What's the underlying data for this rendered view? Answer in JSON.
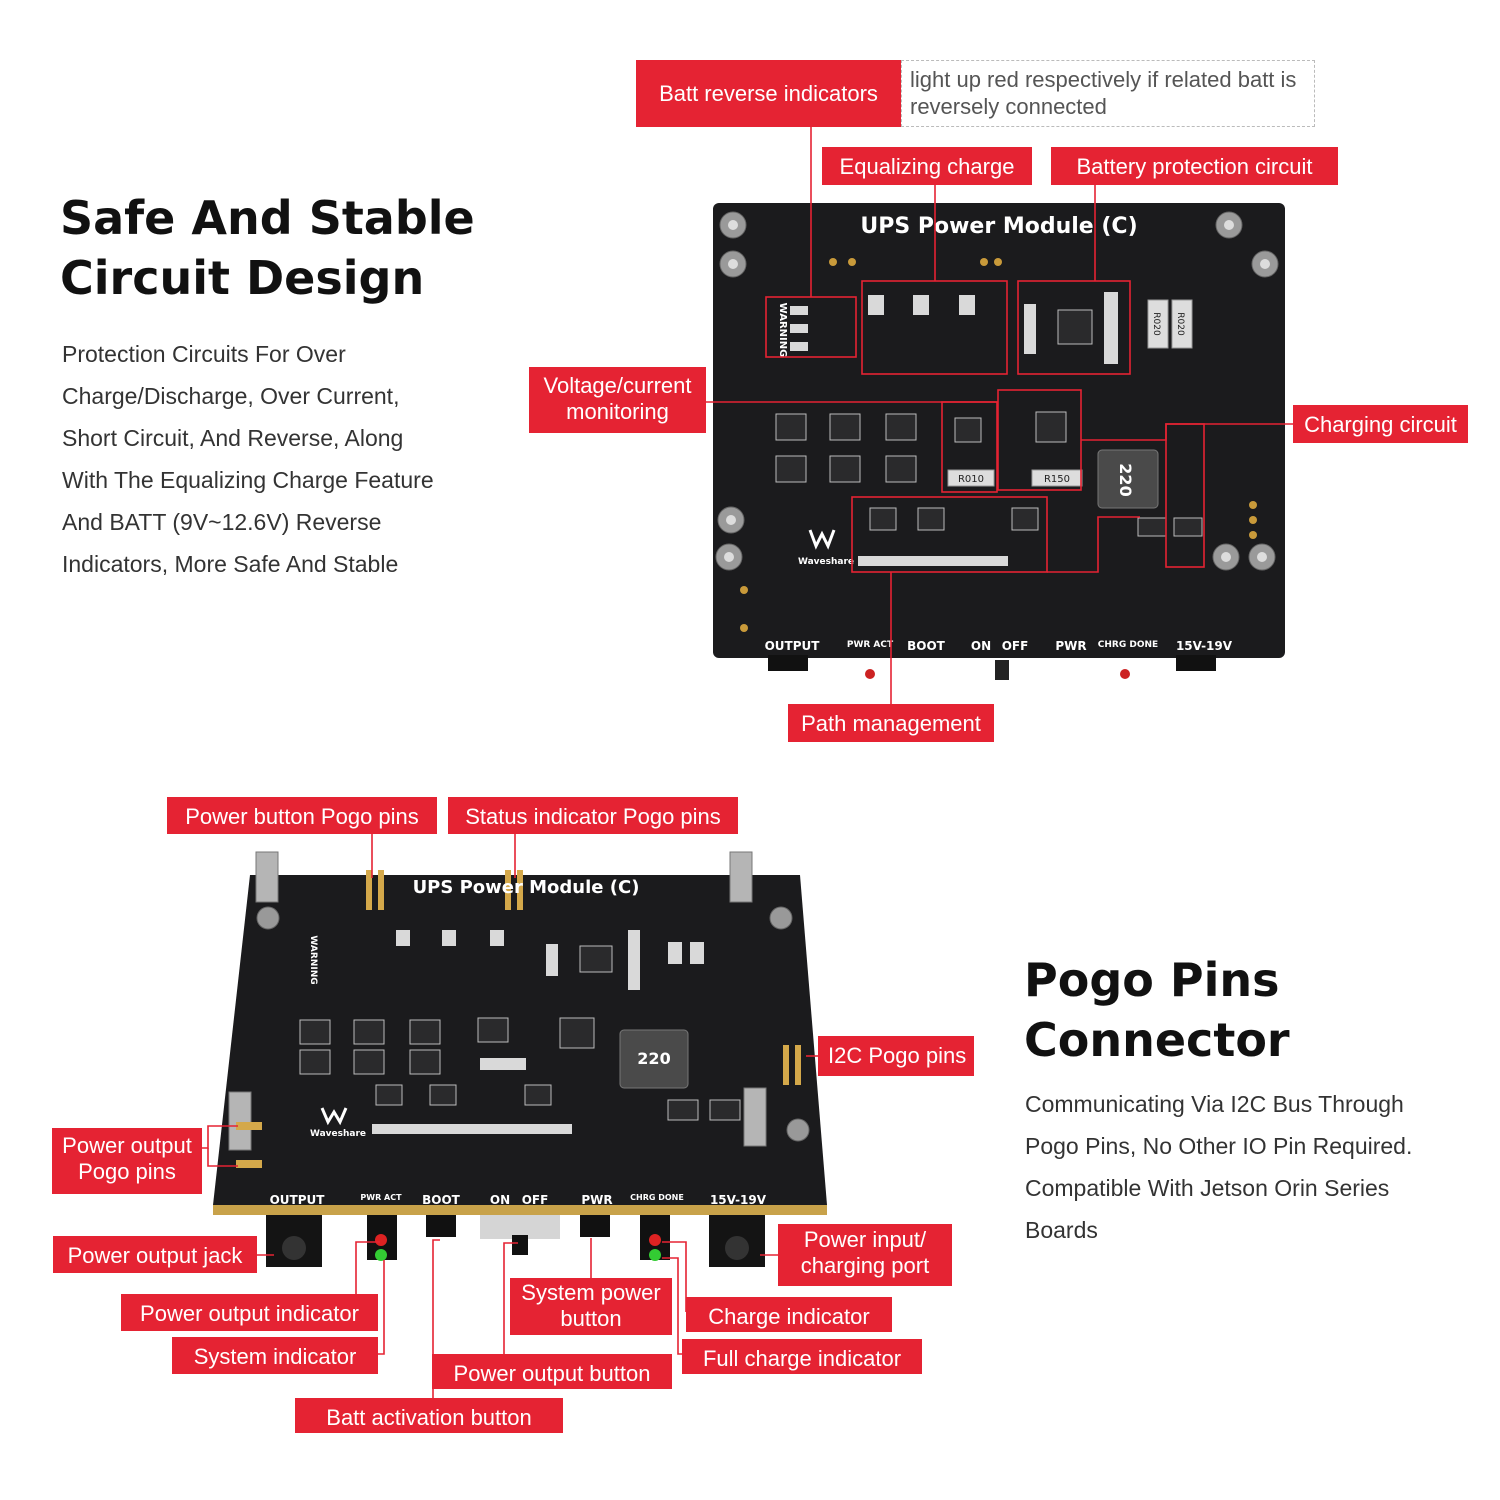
{
  "section1": {
    "heading_line1": "Safe And Stable",
    "heading_line2": "Circuit Design",
    "desc_lines": [
      "Protection Circuits For Over",
      "Charge/Discharge, Over Current,",
      "Short Circuit, And Reverse, Along",
      "With The Equalizing Charge Feature",
      "And BATT (9V~12.6V) Reverse",
      "Indicators, More Safe And Stable"
    ]
  },
  "section2": {
    "heading_line1": "Pogo Pins",
    "heading_line2": "Connector",
    "desc_lines": [
      "Communicating Via I2C Bus Through",
      "Pogo Pins, No Other IO Pin Required.",
      "Compatible With Jetson Orin Series",
      "Boards"
    ]
  },
  "board_top": {
    "title": "UPS Power Module (C)",
    "brand": "Waveshare",
    "warning": "WARNING",
    "inductor": "220",
    "resistors": [
      "R010",
      "R150",
      "R020",
      "R020"
    ],
    "edge_labels": [
      "OUTPUT",
      "PWR ACT",
      "BOOT",
      "ON",
      "OFF",
      "PWR",
      "CHRG DONE",
      "15V-19V"
    ]
  },
  "board_bottom": {
    "title": "UPS Power Module (C)",
    "brand": "Waveshare",
    "warning": "WARNING",
    "inductor": "220",
    "edge_labels": [
      "OUTPUT",
      "PWR ACT",
      "BOOT",
      "ON",
      "OFF",
      "PWR",
      "CHRG DONE",
      "15V-19V"
    ]
  },
  "callouts_top": {
    "batt_reverse": "Batt reverse indicators",
    "batt_reverse_note": "light up red respectively if related batt is reversely connected",
    "equalizing": "Equalizing charge",
    "battery_protection": "Battery protection circuit",
    "voltage_monitor": "Voltage/current monitoring",
    "charging_circuit": "Charging circuit",
    "path_management": "Path management"
  },
  "callouts_bottom": {
    "power_button_pogo": "Power button Pogo pins",
    "status_pogo": "Status indicator Pogo pins",
    "i2c_pogo": "I2C Pogo pins",
    "power_output_pogo": "Power output Pogo pins",
    "power_output_jack": "Power output jack",
    "power_output_indicator": "Power output indicator",
    "system_indicator": "System indicator",
    "system_power_button": "System power button",
    "power_output_button": "Power output button",
    "batt_activation": "Batt activation button",
    "power_input": "Power input/ charging port",
    "charge_indicator": "Charge indicator",
    "full_charge_indicator": "Full charge indicator"
  },
  "colors": {
    "accent": "#e52333",
    "board": "#1b1b1d",
    "text": "#111111"
  }
}
